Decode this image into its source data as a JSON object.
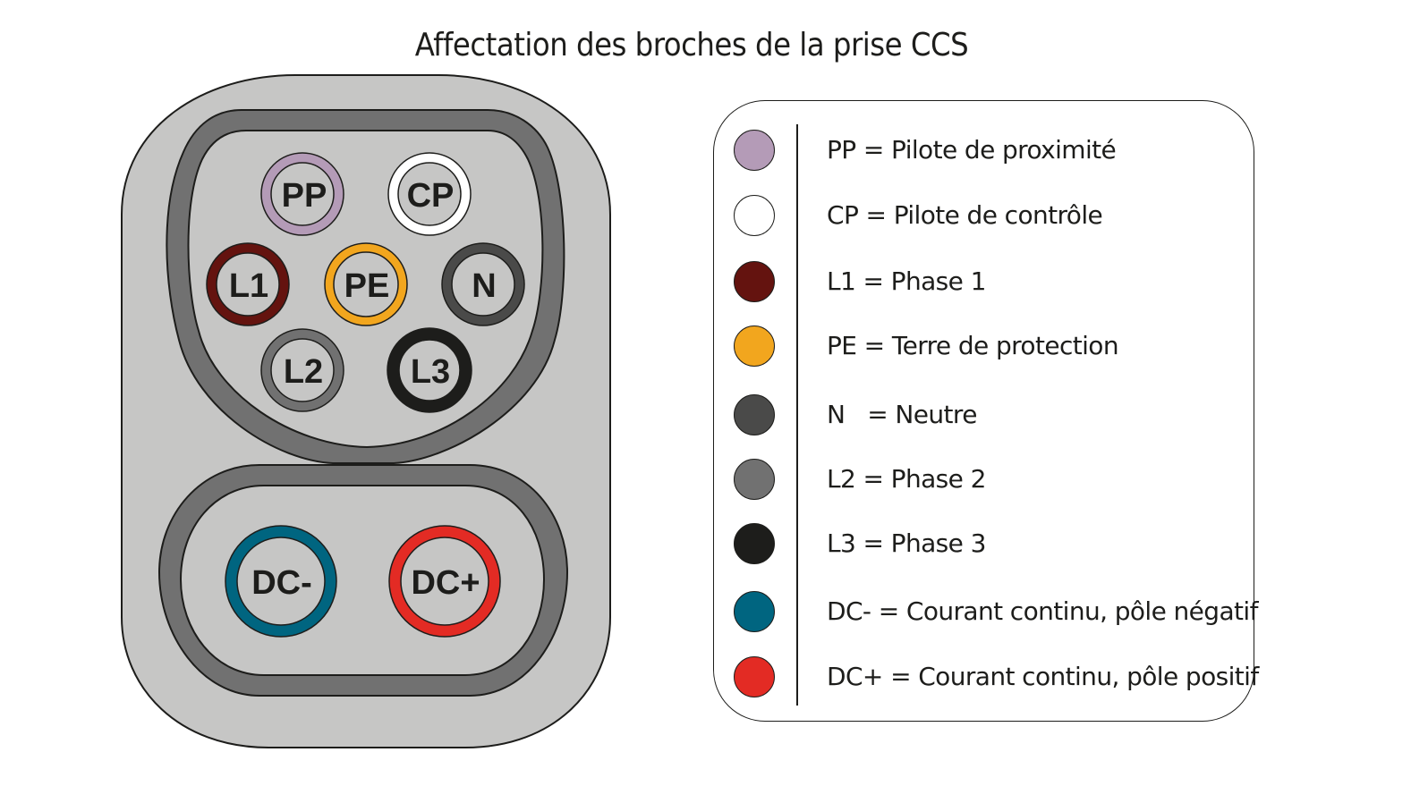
{
  "title": "Affectation des broches de la prise CCS",
  "colors": {
    "housing": "#c6c6c5",
    "gasket": "#717171",
    "outline": "#1d1d1b",
    "PP": "#b49bb7",
    "CP": "#ffffff",
    "L1": "#64130f",
    "PE": "#f2a61e",
    "N": "#4a4a49",
    "L2": "#717171",
    "L3": "#1d1d1b",
    "DC-": "#006580",
    "DC+": "#e32b24"
  },
  "pins": [
    {
      "id": "PP",
      "label": "PP",
      "color": "#b49bb7"
    },
    {
      "id": "CP",
      "label": "CP",
      "color": "#ffffff"
    },
    {
      "id": "L1",
      "label": "L1",
      "color": "#64130f"
    },
    {
      "id": "PE",
      "label": "PE",
      "color": "#f2a61e"
    },
    {
      "id": "N",
      "label": "N",
      "color": "#4a4a49"
    },
    {
      "id": "L2",
      "label": "L2",
      "color": "#717171"
    },
    {
      "id": "L3",
      "label": "L3",
      "color": "#1d1d1b"
    },
    {
      "id": "DC-",
      "label": "DC-",
      "color": "#006580"
    },
    {
      "id": "DC+",
      "label": "DC+",
      "color": "#e32b24"
    }
  ],
  "legend": [
    {
      "color": "#b49bb7",
      "text": "PP = Pilote de proximité"
    },
    {
      "color": "#ffffff",
      "text": "CP = Pilote de contrôle"
    },
    {
      "color": "#64130f",
      "text": "L1 = Phase 1"
    },
    {
      "color": "#f2a61e",
      "text": "PE = Terre de protection"
    },
    {
      "color": "#4a4a49",
      "text": "N   = Neutre"
    },
    {
      "color": "#717171",
      "text": "L2 = Phase 2"
    },
    {
      "color": "#1d1d1b",
      "text": "L3 = Phase 3"
    },
    {
      "color": "#006580",
      "text": "DC- = Courant continu, pôle négatif"
    },
    {
      "color": "#e32b24",
      "text": "DC+ = Courant continu, pôle positif"
    }
  ]
}
